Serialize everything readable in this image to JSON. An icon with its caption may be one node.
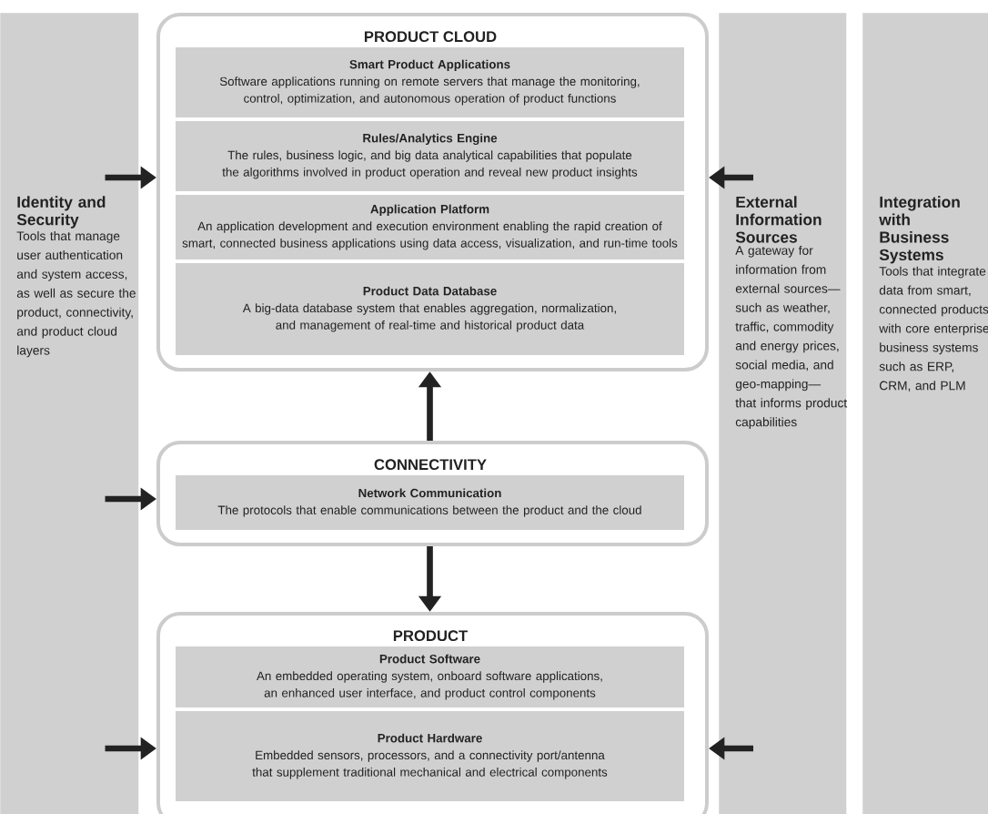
{
  "diagram": {
    "nodes": [
      {
        "text": [
          "Identity and Security",
          "Tools that manage user authentication and system access, as well as secure the product, connectivity, and product cloud layers"
        ]
      },
      {
        "text": [
          "PRODUCT CLOUD"
        ]
      },
      {
        "text": [
          "Smart Product Applications",
          "Software applications running on remote servers that manage the monitoring, control, optimization, and autonomous operation of product functions"
        ],
        "in": 1
      },
      {
        "text": [
          "Rules/Analytics Engine",
          "The rules, business logic, and big data analytical capabilities that populate the algorithms involved in product operation and reveal new product insights"
        ],
        "in": 1
      },
      {
        "text": [
          "Application Platform",
          "An application development and execution environment enabling the rapid creation of smart, connected business applications using data access, visualization, and run-time tools"
        ],
        "in": 1
      },
      {
        "text": [
          "Product Data Database",
          "A big-data database system that enables aggregation, normalization, and management of real-time and historical product data"
        ],
        "in": 1
      },
      {
        "text": [
          "External Information Sources",
          "A gateway for information from external sources—such as weather, traffic, commodity and energy prices, social media, and geo-mapping—that informs product capabilities"
        ]
      },
      {
        "text": [
          "Integration with Business Systems",
          "Tools that integrate data from smart, connected products with core enterprise business systems such as ERP, CRM, and PLM"
        ]
      },
      {
        "text": [
          "CONNECTIVITY"
        ]
      },
      {
        "text": [
          "Network Communication",
          "The protocols that enable communications between the product and the cloud"
        ],
        "in": 8
      },
      {
        "text": [
          "PRODUCT"
        ]
      },
      {
        "text": [
          "Product Software",
          "An embedded operating system, onboard software applications, an enhanced user interface, and product control components"
        ],
        "in": 10
      },
      {
        "text": [
          "Product Hardware",
          "Embedded sensors, processors, and a connectivity port/antenna that supplement traditional mechanical and electrical components"
        ],
        "in": 10
      }
    ],
    "edges": [
      {
        "from": 0,
        "to": 1,
        "arrow": "to"
      },
      {
        "from": 6,
        "to": 1,
        "arrow": "to"
      },
      {
        "from": 8,
        "to": 1,
        "arrow": "to"
      },
      {
        "from": 0,
        "to": 8,
        "arrow": "to"
      },
      {
        "from": 8,
        "to": 10,
        "arrow": "to"
      },
      {
        "from": 0,
        "to": 10,
        "arrow": "to"
      },
      {
        "from": 6,
        "to": 10,
        "arrow": "to"
      }
    ]
  }
}
